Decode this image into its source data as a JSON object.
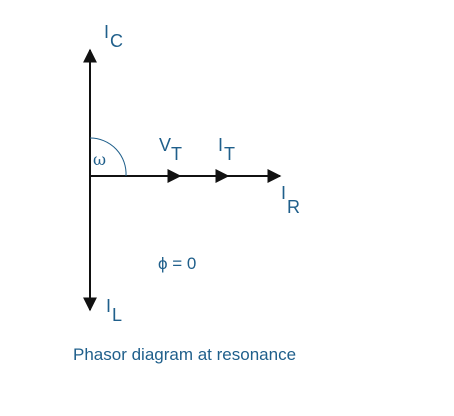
{
  "colors": {
    "line": "#111111",
    "text": "#1f5f8b",
    "arc": "#1f5f8b"
  },
  "labels": {
    "ic_main": "I",
    "ic_sub": "C",
    "il_main": "I",
    "il_sub": "L",
    "ir_main": "I",
    "ir_sub": "R",
    "vt_main": "V",
    "vt_sub": "T",
    "it_main": "I",
    "it_sub": "T",
    "omega": "ω",
    "phase": "ϕ = 0"
  },
  "caption": "Phasor diagram at resonance"
}
